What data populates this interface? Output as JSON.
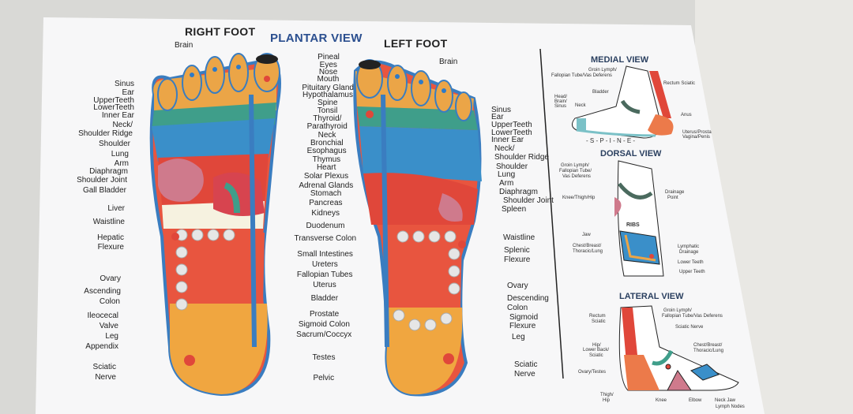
{
  "titles": {
    "right_foot": "RIGHT FOOT",
    "plantar_view": "PLANTAR VIEW",
    "left_foot": "LEFT FOOT"
  },
  "right_foot_labels": [
    "Brain",
    "Sinus",
    "Ear",
    "UpperTeeth",
    "LowerTeeth",
    "Inner Ear",
    "Neck/",
    "Shoulder Ridge",
    "Shoulder",
    "Lung",
    "Arm",
    "Diaphragm",
    "Shoulder Joint",
    "Gall Bladder",
    "Liver",
    "Waistline",
    "Hepatic",
    "Flexure",
    "Ovary",
    "Ascending",
    "Colon",
    "Ileocecal",
    "Valve",
    "Leg",
    "Appendix",
    "Sciatic",
    "Nerve"
  ],
  "center_labels": [
    "Pineal",
    "Eyes",
    "Nose",
    "Mouth",
    "Pituitary Gland",
    "Hypothalamus",
    "Spine",
    "Tonsil",
    "Thyroid/",
    "Parathyroid",
    "Neck",
    "Bronchial",
    "Esophagus",
    "Thymus",
    "Heart",
    "Solar Plexus",
    "Adrenal Glands",
    "Stomach",
    "Pancreas",
    "Kidneys",
    "Duodenum",
    "Transverse Colon",
    "Small Intestines",
    "Ureters",
    "Fallopian Tubes",
    "Uterus",
    "Bladder",
    "Prostate",
    "Sigmoid Colon",
    "Sacrum/Coccyx",
    "Testes",
    "Pelvic"
  ],
  "left_foot_labels": [
    "Brain",
    "Sinus",
    "Ear",
    "UpperTeeth",
    "LowerTeeth",
    "Inner Ear",
    "Neck/",
    "Shoulder Ridge",
    "Shoulder",
    "Lung",
    "Arm",
    "Diaphragm",
    "Shoulder Joint",
    "Spleen",
    "Waistline",
    "Splenic",
    "Flexure",
    "Ovary",
    "Descending",
    "Colon",
    "Sigmoid",
    "Flexure",
    "Leg",
    "Sciatic",
    "Nerve"
  ],
  "medial_view": {
    "title": "MEDIAL VIEW",
    "labels": [
      "Groin Lymph/",
      "Fallopian Tube/Vas Deferens",
      "Rectum Sciatic",
      "Bladder",
      "Head/",
      "Brain/",
      "Sinus",
      "Neck",
      "Anus",
      "Uterus/Prostate",
      "Vagina/Penis"
    ],
    "spine": "- S - P - I - N - E -"
  },
  "dorsal_view": {
    "title": "DORSAL VIEW",
    "labels": [
      "Groin Lymph/",
      "Fallopian Tube/",
      "Vas Deferens",
      "Knee/Thigh/Hip",
      "Drainage",
      "Point",
      "Jaw",
      "Chest/Breast/",
      "Thoracic/Lung",
      "Lymphatic",
      "Drainage",
      "Lower Teeth",
      "Upper Teeth"
    ],
    "ribs": "RIBS"
  },
  "lateral_view": {
    "title": "LATERAL VIEW",
    "labels": [
      "Rectum",
      "Sciatic",
      "Groin Lymph/",
      "Fallopian Tube/Vas Deferens",
      "Sciatic Nerve",
      "Hip/",
      "Lower Back/",
      "Sciatic",
      "Chest/Breast/",
      "Thoracic/Lung",
      "Ovary/Testes",
      "Thigh/",
      "Hip",
      "Knee",
      "Elbow",
      "Neck Jaw",
      "Lymph Nodes"
    ]
  },
  "colors": {
    "title_blue": "#2b4f8f",
    "toe": "#eba547",
    "teal": "#3f9e8a",
    "blue": "#3a8fc9",
    "red": "#e0473a",
    "heel": "#f0a640",
    "yellow": "#f4e9b2",
    "pink": "#cf7a8c"
  }
}
